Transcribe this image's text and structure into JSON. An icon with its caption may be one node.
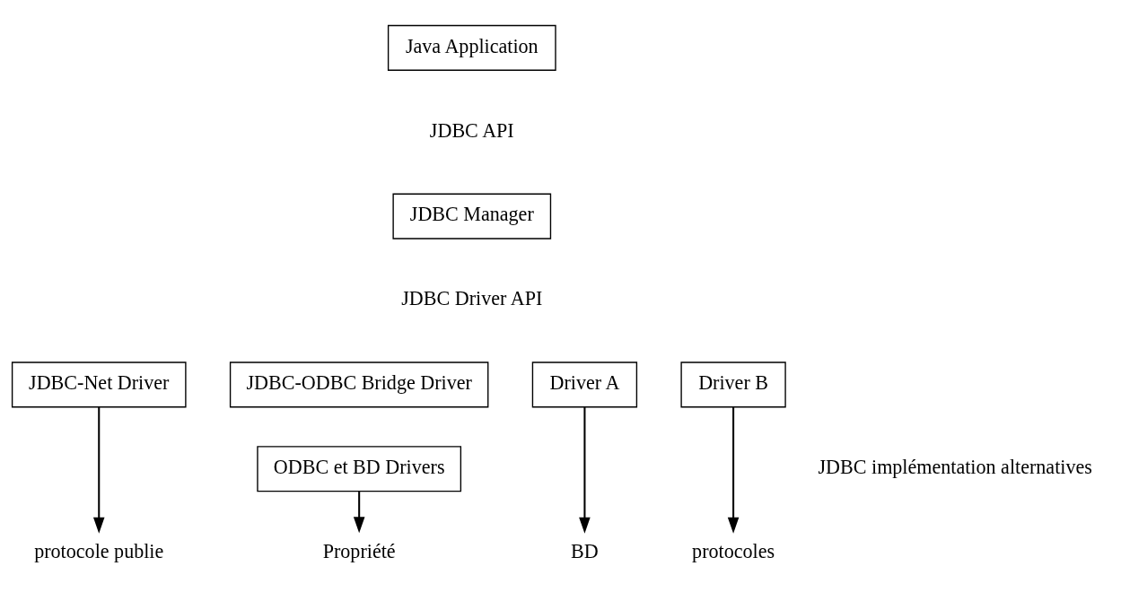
{
  "diagram": {
    "nodes": [
      {
        "text": [
          "Java Application"
        ]
      },
      {
        "text": [
          "JDBC Manager"
        ]
      },
      {
        "text": [
          "JDBC-Net Driver"
        ]
      },
      {
        "text": [
          "JDBC-ODBC Bridge Driver"
        ]
      },
      {
        "text": [
          "ODBC et BD Drivers"
        ]
      },
      {
        "text": [
          "Driver A"
        ]
      },
      {
        "text": [
          "Driver B"
        ]
      },
      {
        "text": [
          "protocole publie"
        ]
      },
      {
        "text": [
          "Propriété"
        ]
      },
      {
        "text": [
          "BD"
        ]
      },
      {
        "text": [
          "protocoles"
        ]
      }
    ],
    "edges": [
      {
        "from": 2,
        "to": 7,
        "arrow": "to"
      },
      {
        "from": 4,
        "to": 8,
        "arrow": "to"
      },
      {
        "from": 5,
        "to": 9,
        "arrow": "to"
      },
      {
        "from": 6,
        "to": 10,
        "arrow": "to"
      }
    ],
    "labels": [
      "JDBC API",
      "JDBC Driver API",
      "JDBC implémentation alternatives"
    ]
  }
}
